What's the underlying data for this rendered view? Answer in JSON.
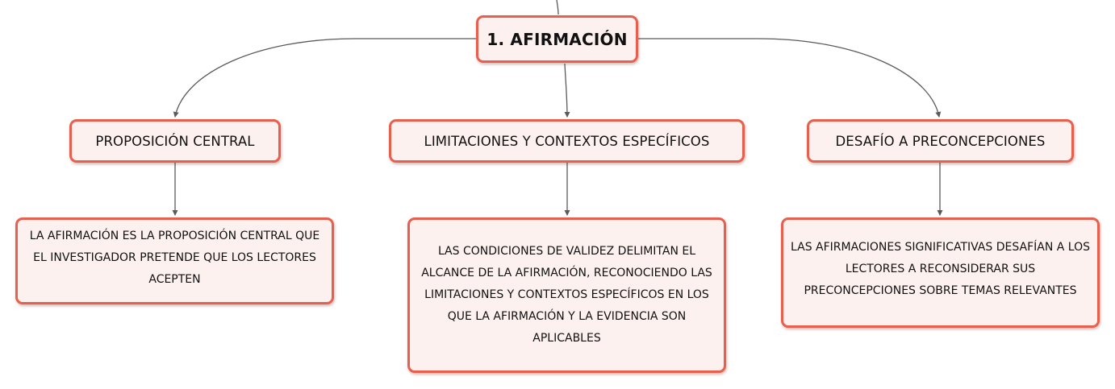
{
  "mindmap": {
    "root": {
      "label": "1. AFIRMACIÓN"
    },
    "branches": [
      {
        "label": "PROPOSICIÓN CENTRAL",
        "detail": "LA AFIRMACIÓN ES LA PROPOSICIÓN CENTRAL QUE EL INVESTIGADOR PRETENDE QUE LOS LECTORES ACEPTEN"
      },
      {
        "label": "LIMITACIONES Y CONTEXTOS ESPECÍFICOS",
        "detail": "LAS CONDICIONES DE VALIDEZ DELIMITAN EL ALCANCE DE LA AFIRMACIÓN, RECONOCIENDO LAS LIMITACIONES Y CONTEXTOS ESPECÍFICOS EN LOS QUE LA AFIRMACIÓN Y LA EVIDENCIA SON APLICABLES"
      },
      {
        "label": "DESAFÍO A PRECONCEPCIONES",
        "detail": "LAS AFIRMACIONES SIGNIFICATIVAS DESAFÍAN A LOS LECTORES A RECONSIDERAR SUS PRECONCEPCIONES SOBRE TEMAS RELEVANTES"
      }
    ]
  },
  "colors": {
    "node_border": "#e8604d",
    "node_fill": "#fdf1ef",
    "connector": "#5a5a5a",
    "text": "#111111"
  }
}
